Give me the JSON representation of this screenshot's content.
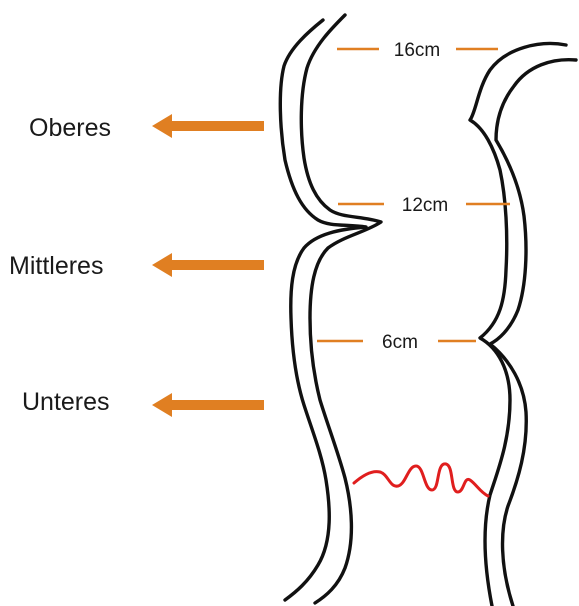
{
  "colors": {
    "arrow": "#e07f22",
    "measurement_line": "#e07f22",
    "wave": "#e01e1e",
    "outline": "#111111"
  },
  "regions": [
    {
      "label": "Oberes",
      "icon": "arrow-left-icon"
    },
    {
      "label": "Mittleres",
      "icon": "arrow-left-icon"
    },
    {
      "label": "Unteres",
      "icon": "arrow-left-icon"
    }
  ],
  "measurements": [
    {
      "label": "16cm"
    },
    {
      "label": "12cm"
    },
    {
      "label": "6cm"
    }
  ],
  "wave": {
    "icon": "red-wave-line"
  }
}
